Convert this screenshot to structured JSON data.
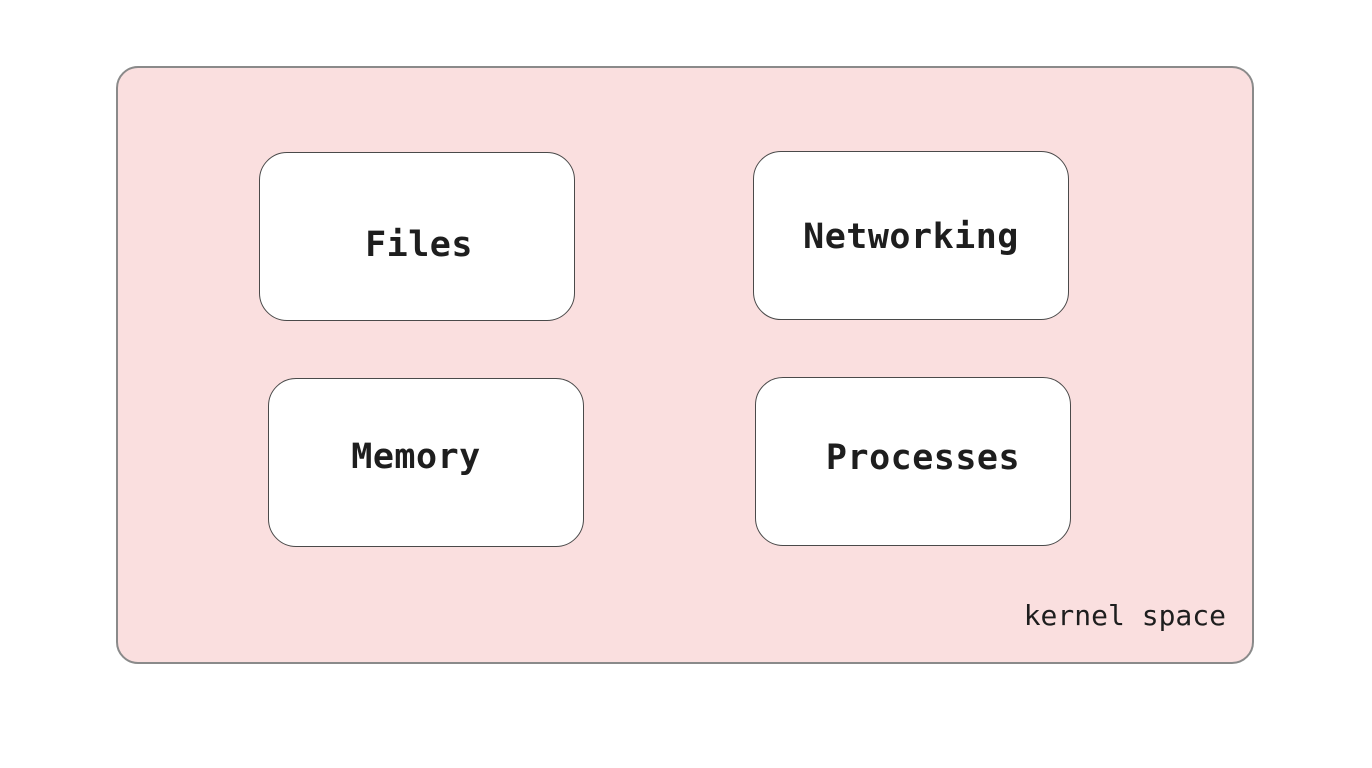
{
  "colors": {
    "region_fill": "#fadfdf",
    "region_border": "#8a8a8a",
    "node_fill": "#ffffff",
    "node_border": "#4a4a4a",
    "text": "#1e1e1e"
  },
  "region": {
    "label": "kernel space"
  },
  "nodes": [
    {
      "label": "Files"
    },
    {
      "label": "Networking"
    },
    {
      "label": "Memory"
    },
    {
      "label": "Processes"
    }
  ]
}
